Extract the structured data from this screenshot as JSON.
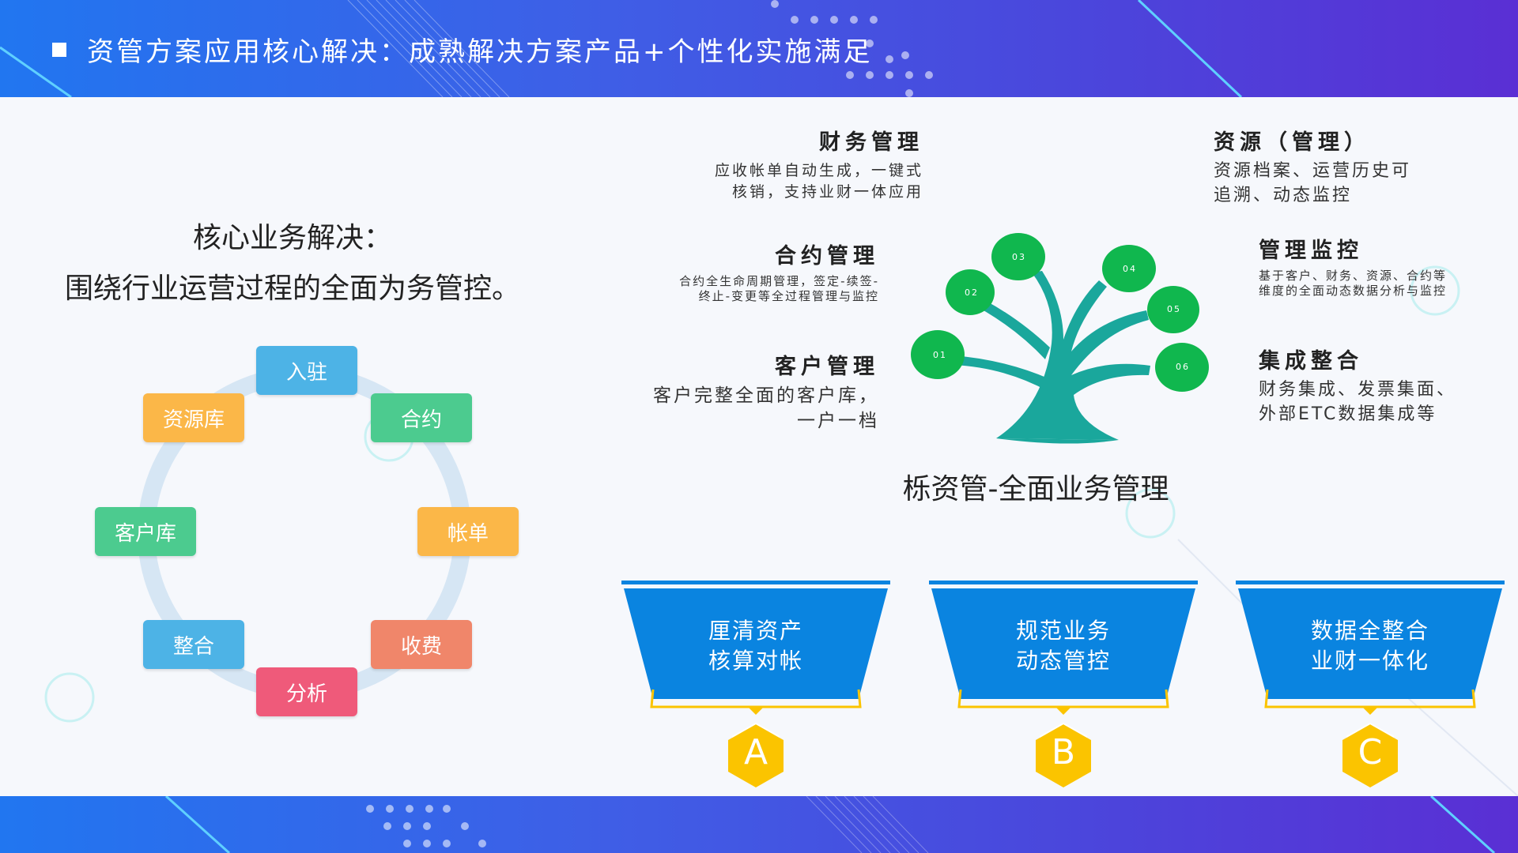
{
  "header": {
    "title": "资管方案应用核心解决：成熟解决方案产品+个性化实施满足"
  },
  "left": {
    "core_line1": "核心业务解决：",
    "core_line2": "围绕行业运营过程的全面为务管控。",
    "cycle_items": [
      {
        "label": "入驻",
        "color": "#4db3e6"
      },
      {
        "label": "合约",
        "color": "#4ccb8f"
      },
      {
        "label": "帐单",
        "color": "#fbb748"
      },
      {
        "label": "收费",
        "color": "#f0866a"
      },
      {
        "label": "分析",
        "color": "#ef5a7a"
      },
      {
        "label": "整合",
        "color": "#4db3e6"
      },
      {
        "label": "客户库",
        "color": "#4ccb8f"
      },
      {
        "label": "资源库",
        "color": "#fbb748"
      }
    ]
  },
  "tree": {
    "caption": "栎资管-全面业务管理",
    "leaves": [
      "01",
      "02",
      "03",
      "04",
      "05",
      "06"
    ],
    "leaf_color": "#10b74e",
    "trunk_color": "#1aa79c"
  },
  "features": {
    "finance": {
      "title": "财务管理",
      "desc1": "应收帐单自动生成，一键式",
      "desc2": "核销，支持业财一体应用"
    },
    "contract": {
      "title": "合约管理",
      "desc1": "合约全生命周期管理，签定-续签-",
      "desc2": "终止-变更等全过程管理与监控"
    },
    "customer": {
      "title": "客户管理",
      "desc1": "客户完整全面的客户库，",
      "desc2": "一户一档"
    },
    "resource": {
      "title": "资源（管理）",
      "desc1": "资源档案、运营历史可",
      "desc2": "追溯、动态监控"
    },
    "monitor": {
      "title": "管理监控",
      "desc1": "基于客户、财务、资源、合约等",
      "desc2": "维度的全面动态数据分析与监控"
    },
    "integration": {
      "title": "集成整合",
      "desc1": "财务集成、发票集面、",
      "desc2": "外部ETC数据集成等"
    }
  },
  "funnels": [
    {
      "line1": "厘清资产",
      "line2": "核算对帐",
      "letter": "A"
    },
    {
      "line1": "规范业务",
      "line2": "动态管控",
      "letter": "B"
    },
    {
      "line1": "数据全整合",
      "line2": "业财一体化",
      "letter": "C"
    }
  ],
  "colors": {
    "band": "#3f5ee6",
    "funnel": "#0a84e0",
    "hex": "#fbc400"
  }
}
